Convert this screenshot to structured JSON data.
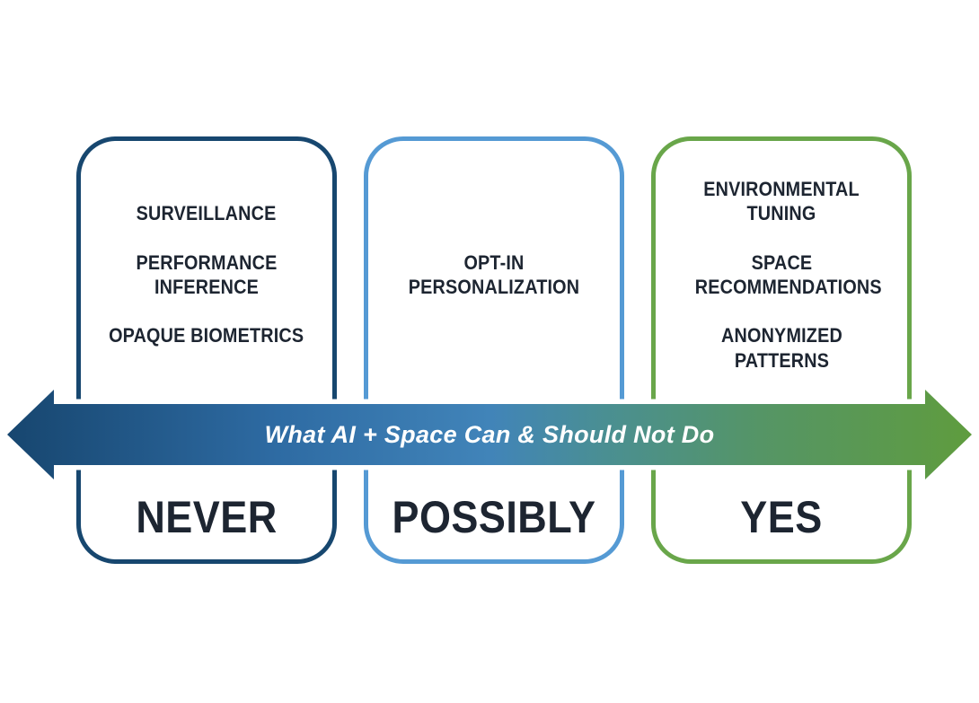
{
  "diagram": {
    "background_color": "#ffffff",
    "text_color": "#1d2531",
    "arrow": {
      "label": "What AI + Space Can & Should Not Do",
      "direction": "double-headed",
      "label_text_color": "#ffffff",
      "gradient_colors": [
        "#17466f",
        "#2e6ba3",
        "#4184b9",
        "#4a8f92",
        "#559566",
        "#5f9c3e"
      ]
    },
    "columns": [
      {
        "label": "NEVER",
        "border_color": "#17476f",
        "items": [
          "SURVEILLANCE",
          "PERFORMANCE INFERENCE",
          "OPAQUE BIOMETRICS"
        ]
      },
      {
        "label": "POSSIBLY",
        "border_color": "#559ad4",
        "items": [
          "OPT-IN PERSONALIZATION"
        ]
      },
      {
        "label": "YES",
        "border_color": "#69a64a",
        "items": [
          "ENVIRONMENTAL TUNING",
          "SPACE RECOMMENDATIONS",
          "ANONYMIZED PATTERNS"
        ]
      }
    ]
  }
}
